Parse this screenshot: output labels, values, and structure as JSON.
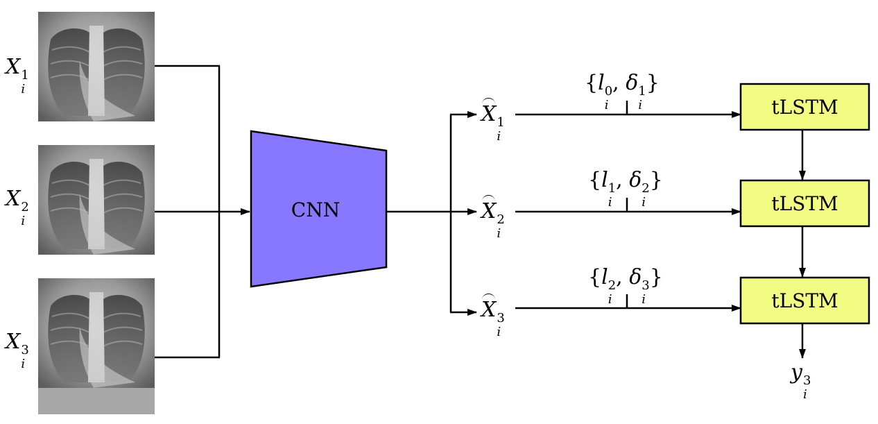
{
  "inputs": [
    {
      "sym": "X",
      "sup": "1",
      "sub": "i"
    },
    {
      "sym": "X",
      "sup": "2",
      "sub": "i"
    },
    {
      "sym": "X",
      "sup": "3",
      "sub": "i"
    }
  ],
  "cnn": {
    "label": "CNN",
    "color": "#8877ff"
  },
  "features": [
    {
      "sym": "X",
      "sup": "1",
      "sub": "i"
    },
    {
      "sym": "X",
      "sup": "2",
      "sub": "i"
    },
    {
      "sym": "X",
      "sup": "3",
      "sub": "i"
    }
  ],
  "time_params": [
    {
      "l_sup": "0",
      "d_sup": "1",
      "sub": "i"
    },
    {
      "l_sup": "1",
      "d_sup": "2",
      "sub": "i"
    },
    {
      "l_sup": "2",
      "d_sup": "3",
      "sub": "i"
    }
  ],
  "tlstm": {
    "labels": [
      "tLSTM",
      "tLSTM",
      "tLSTM"
    ],
    "color": "#f2fb82"
  },
  "output": {
    "sym": "y",
    "sup": "3",
    "sub": "i"
  }
}
